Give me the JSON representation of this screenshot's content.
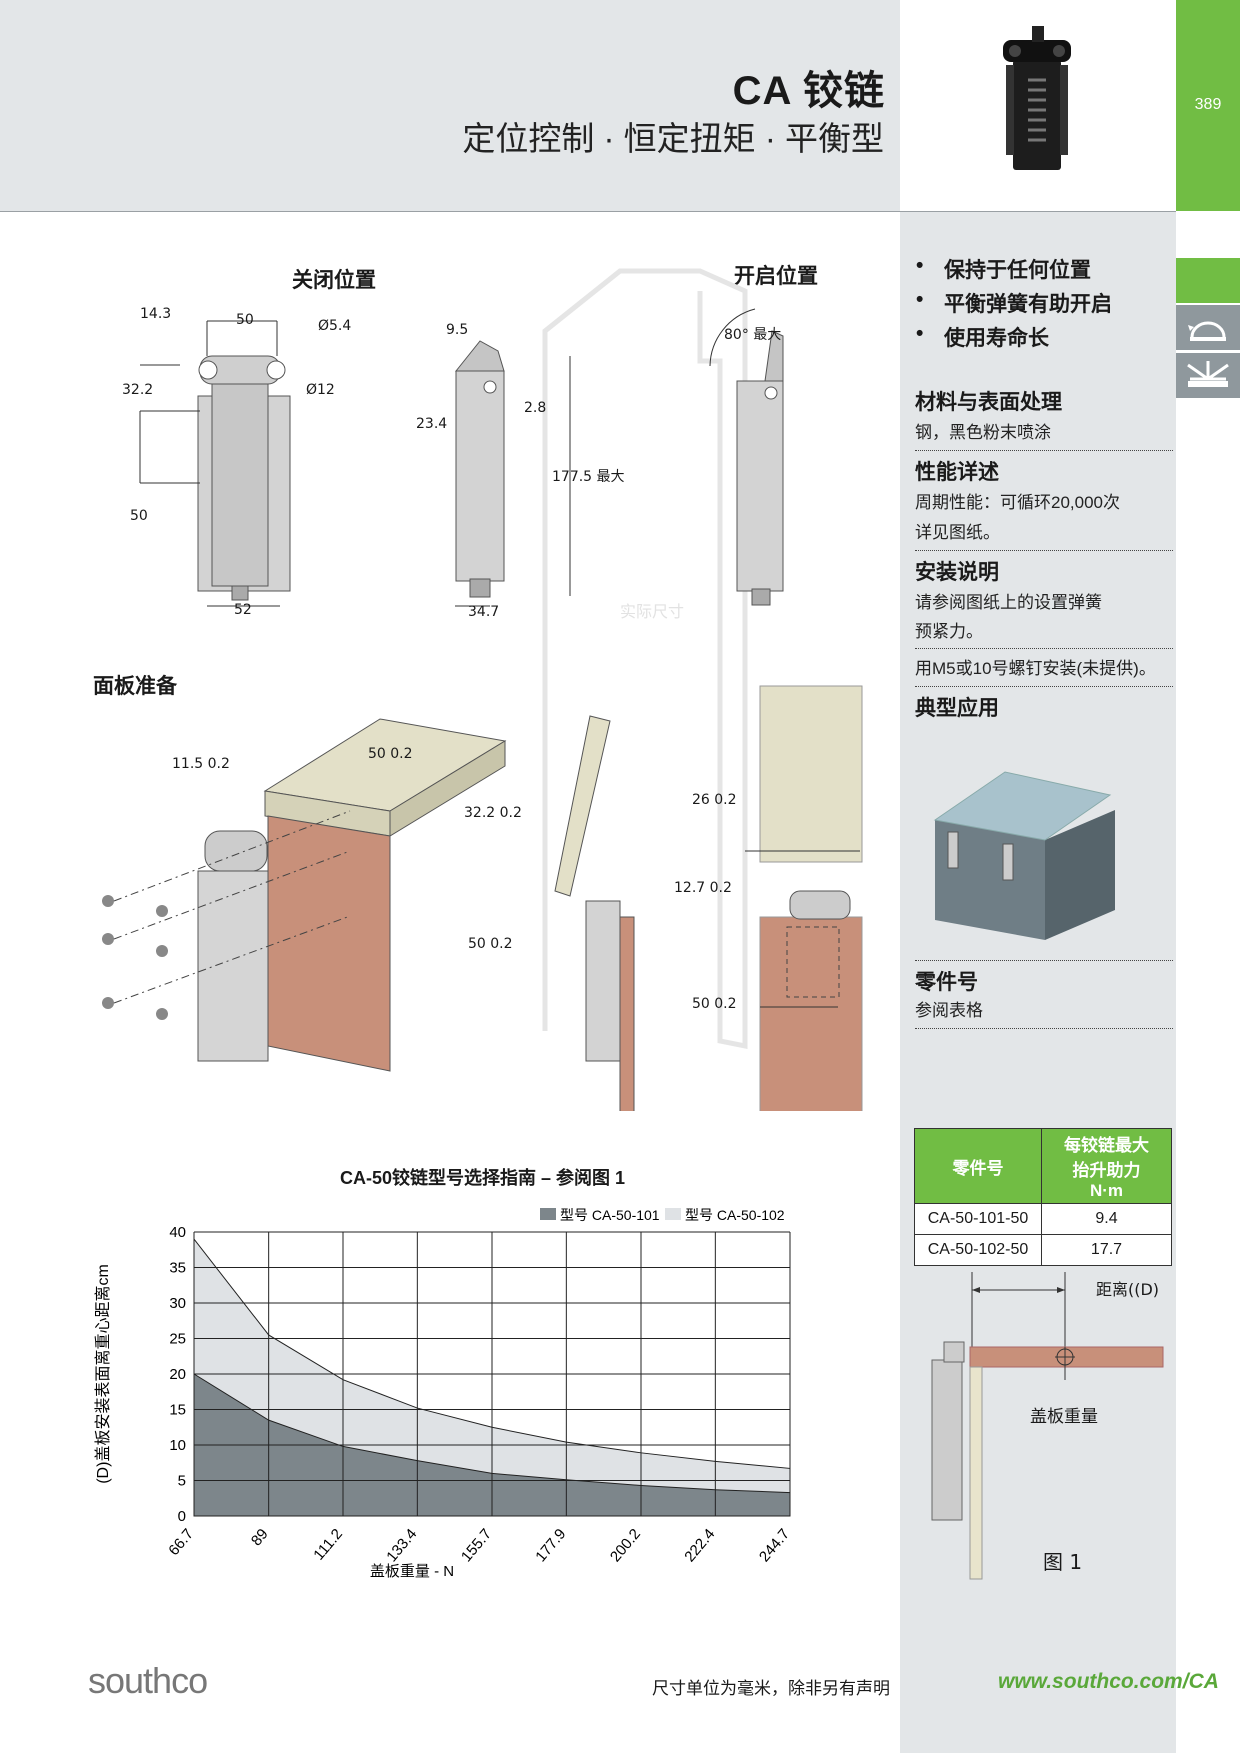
{
  "header": {
    "title": "CA 铰链",
    "subtitle": "定位控制 · 恒定扭矩 · 平衡型",
    "page_number": "389"
  },
  "features": [
    "保持于任何位置",
    "平衡弹簧有助开启",
    "使用寿命长"
  ],
  "sections": {
    "material_h": "材料与表面处理",
    "material_t": "钢，黑色粉末喷涂",
    "perf_h": "性能详述",
    "perf_t1": "周期性能：可循环20,000次",
    "perf_t2": "详见图纸。",
    "install_h": "安装说明",
    "install_t1": "请参阅图纸上的设置弹簧",
    "install_t2": "预紧力。",
    "install_t3": "用M5或10号螺钉安装(未提供)。",
    "app_h": "典型应用",
    "part_h": "零件号",
    "part_t": "参阅表格"
  },
  "parts_table": {
    "col1": "零件号",
    "col2_l1": "每铰链最大",
    "col2_l2": "抬升助力",
    "col2_l3": "N·m",
    "rows": [
      {
        "part": "CA-50-101-50",
        "value": "9.4"
      },
      {
        "part": "CA-50-102-50",
        "value": "17.7"
      }
    ]
  },
  "fig1": {
    "distance_label": "距离((D)",
    "weight_label": "盖板重量",
    "caption": "图 1"
  },
  "drawing": {
    "closed_label": "关闭位置",
    "open_label": "开启位置",
    "panel_prep": "面板准备",
    "actual_size": "实际尺寸",
    "d_14_3": "14.3",
    "d_50": "50",
    "d_o54": "Ø5.4",
    "d_o12": "Ø12",
    "d_32_2": "32.2",
    "d_50b": "50",
    "d_52": "52",
    "d_9_5": "9.5",
    "d_23_4": "23.4",
    "d_2_8": "2.8",
    "d_177": "177.5  最大",
    "d_34_7": "34.7",
    "d_80": "80° 最大",
    "p_11_5": "11.5   0.2",
    "p_50": "50   0.2",
    "p_32_2": "32.2   0.2",
    "p_50b": "50   0.2",
    "p_26": "26   0.2",
    "p_12_7": "12.7   0.2",
    "p_50c": "50   0.2"
  },
  "chart_data": {
    "type": "area",
    "title": "CA-50铰链型号选择指南 – 参阅图 1",
    "xlabel": "盖板重量 - N",
    "ylabel": "(D)盖板安装表面离重心距离cm",
    "x": [
      66.7,
      89,
      111.2,
      133.4,
      155.7,
      177.9,
      200.2,
      222.4,
      244.7
    ],
    "x_tick_labels": [
      "66.7",
      "89",
      "111.2",
      "133.4",
      "155.7",
      "177.9",
      "200.2",
      "222.4",
      "244.7"
    ],
    "ylim": [
      0,
      40
    ],
    "y_ticks": [
      0,
      5,
      10,
      15,
      20,
      25,
      30,
      35,
      40
    ],
    "grid": true,
    "legend_position": "top-right",
    "series": [
      {
        "name": "型号 CA-50-101",
        "color": "#7d868b",
        "values": [
          20,
          13.5,
          9.8,
          7.8,
          6.0,
          5.1,
          4.3,
          3.7,
          3.3
        ]
      },
      {
        "name": "型号 CA-50-102",
        "color": "#dfe2e5",
        "values": [
          39,
          25.5,
          19.2,
          15.2,
          12.5,
          10.4,
          8.9,
          7.7,
          6.7
        ]
      }
    ]
  },
  "footer": {
    "note": "尺寸单位为毫米，除非另有声明",
    "url": "www.southco.com/CA",
    "logo": "southco"
  }
}
